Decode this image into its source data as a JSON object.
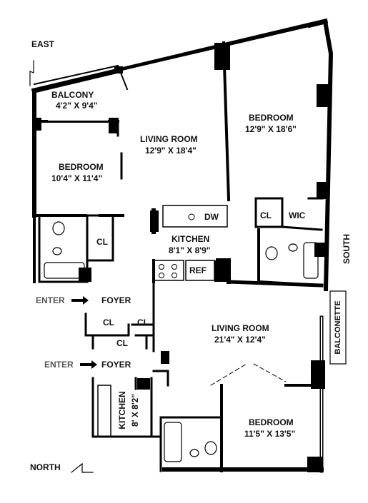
{
  "compass": {
    "east": "EAST",
    "south": "SOUTH",
    "north": "NORTH"
  },
  "rooms": {
    "balcony": {
      "name": "BALCONY",
      "dims": "4'2\" X 9'4\""
    },
    "living_room_1": {
      "name": "LIVING ROOM",
      "dims": "12'9\" X 18'4\""
    },
    "bedroom_1": {
      "name": "BEDROOM",
      "dims": "10'4\" X 11'4\""
    },
    "bedroom_2": {
      "name": "BEDROOM",
      "dims": "12'9\" X 18'6\""
    },
    "kitchen_1": {
      "name": "KITCHEN",
      "dims": "8'1\" X 8'9\""
    },
    "living_room_2": {
      "name": "LIVING ROOM",
      "dims": "21'4\" X 12'4\""
    },
    "bedroom_3": {
      "name": "BEDROOM",
      "dims": "11'5\" X 13'5\""
    },
    "kitchen_2": {
      "name": "KITCHEN",
      "dims": "8' X 8'2\""
    }
  },
  "fixtures": {
    "dw": "DW",
    "ref": "REF",
    "wic": "WIC",
    "cl": "CL",
    "balconette": "BALCONETTE"
  },
  "entries": {
    "enter": "ENTER",
    "foyer": "FOYER"
  },
  "colors": {
    "wall": "#000000",
    "window": "#ffffff",
    "text": "#111111",
    "enter_text": "#555555"
  }
}
